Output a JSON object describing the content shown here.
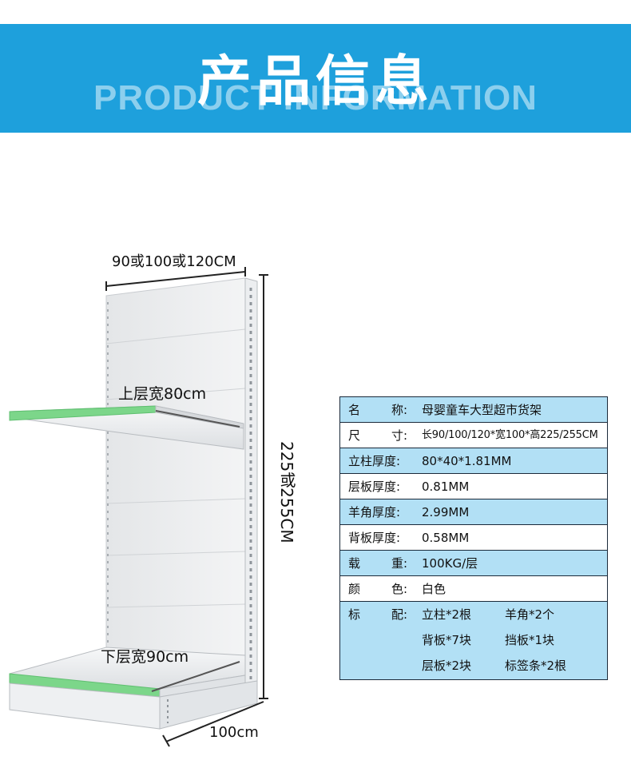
{
  "header": {
    "title": "产品信息",
    "subtitle": "PRODUCT INFORMATION"
  },
  "dimensions": {
    "width": "90或100或120CM",
    "upper_shelf": "上层宽80cm",
    "lower_shelf": "下层宽90cm",
    "depth": "100cm",
    "height": "225或255CM"
  },
  "specs": [
    {
      "key_a": "名",
      "key_b": "称:",
      "value": "母婴童车大型超市货架"
    },
    {
      "key_a": "尺",
      "key_b": "寸:",
      "value": "长90/100/120*宽100*高225/255CM"
    },
    {
      "key": "立柱厚度:",
      "value": "80*40*1.81MM"
    },
    {
      "key": "层板厚度:",
      "value": "0.81MM"
    },
    {
      "key": "羊角厚度:",
      "value": "2.99MM"
    },
    {
      "key": "背板厚度:",
      "value": "0.58MM"
    },
    {
      "key_a": "载",
      "key_b": "重:",
      "value": "100KG/层"
    },
    {
      "key_a": "颜",
      "key_b": "色:",
      "value": "白色"
    }
  ],
  "config": {
    "key_a": "标",
    "key_b": "配:",
    "items": [
      "立柱*2根",
      "羊角*2个",
      "背板*7块",
      "挡板*1块",
      "层板*2块",
      "标签条*2根"
    ]
  },
  "colors": {
    "banner": "#1ea0dc",
    "row_highlight": "#b2e0f5",
    "shelf_edge": "#7cd68a"
  }
}
